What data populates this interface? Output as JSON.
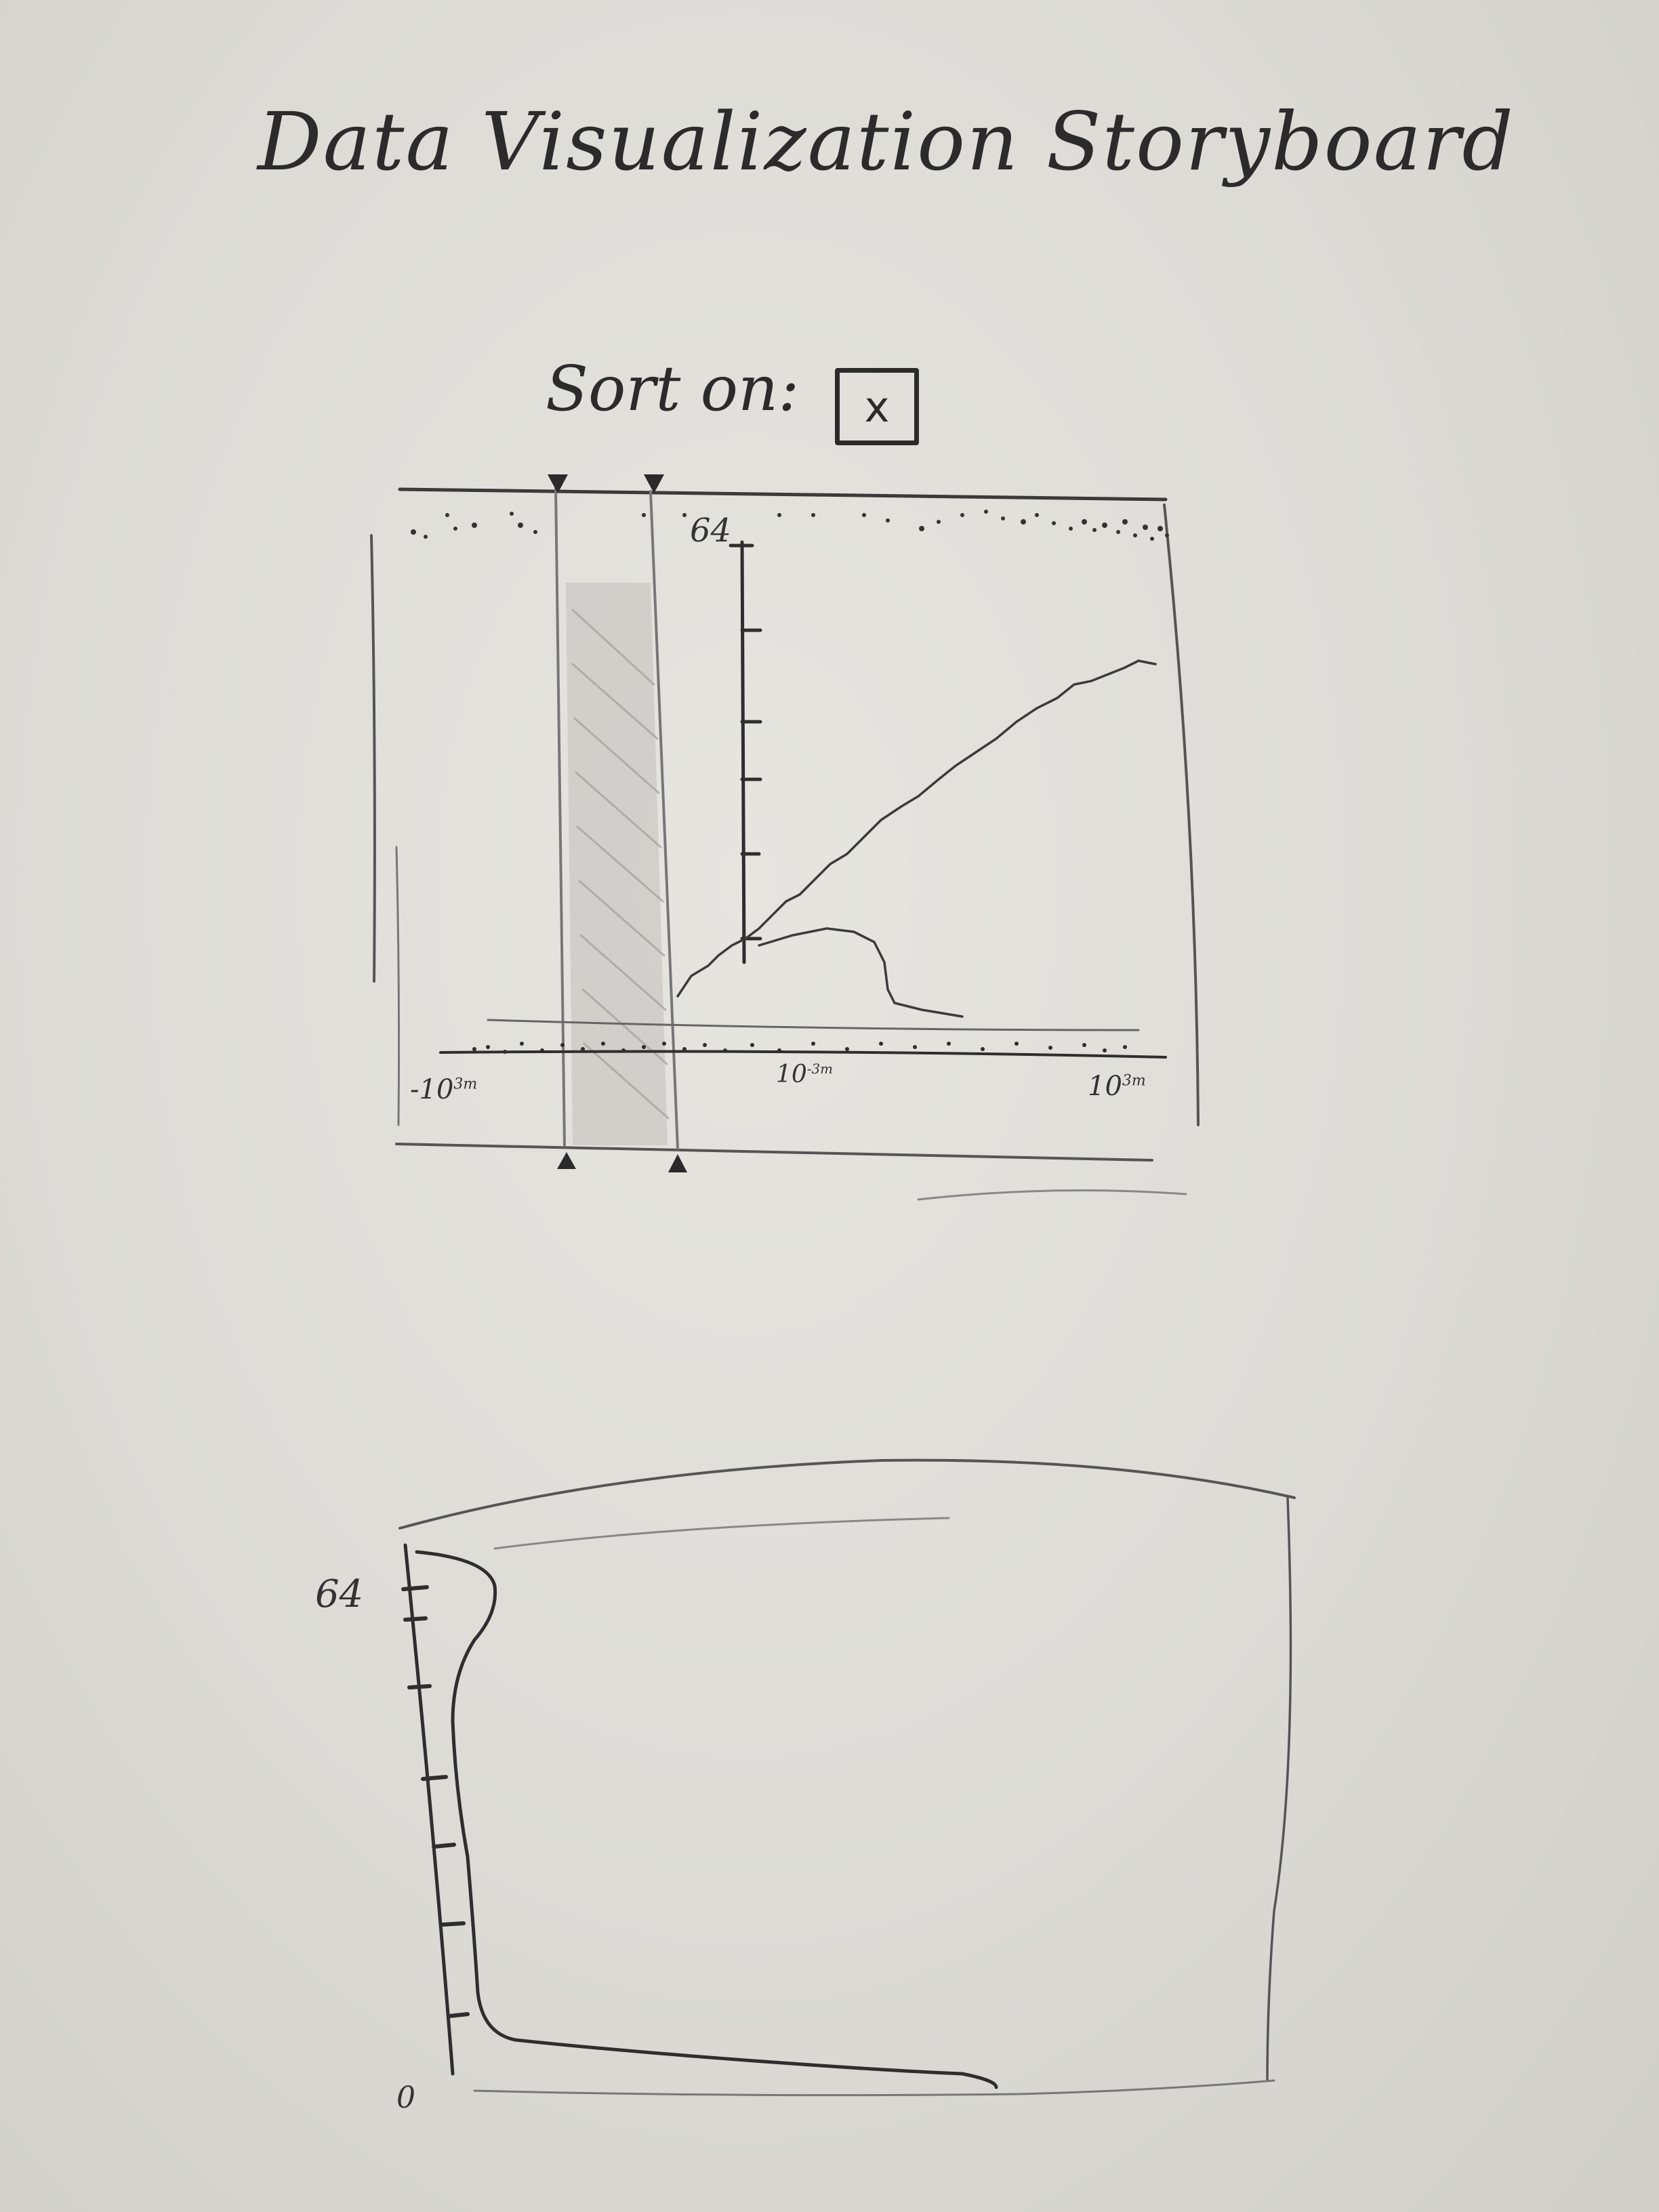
{
  "title": "Data Visualization Storyboard",
  "sort": {
    "label": "Sort on:",
    "value": "x"
  },
  "top_sketch": {
    "y_label_max": "64",
    "x_labels": [
      {
        "base": "-10",
        "exp": "3m"
      },
      {
        "base": "10",
        "exp": "-3m"
      },
      {
        "base": "10",
        "exp": "3m"
      }
    ]
  },
  "bottom_sketch": {
    "y_label_max": "64",
    "y_label_min": "0"
  }
}
